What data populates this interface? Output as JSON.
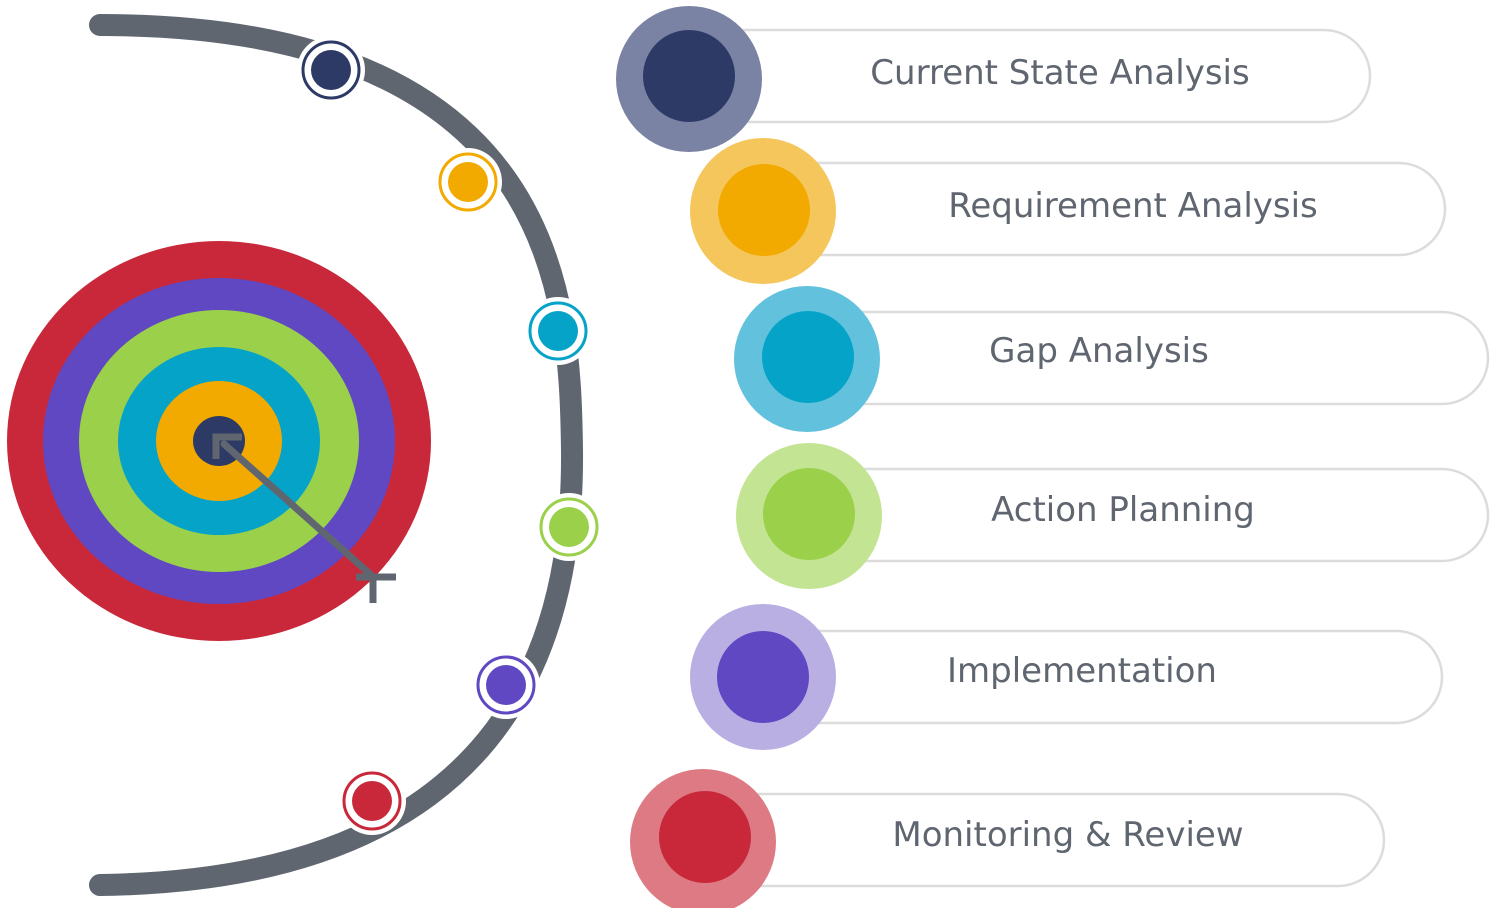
{
  "colors": {
    "arc": "#5f6670",
    "pill_border": "#dcdcdc",
    "text": "#5f6670",
    "target_rings": [
      "#c8283a",
      "#5f48c2",
      "#9bd04b",
      "#06a3c9",
      "#f2aa00",
      "#2d3a66"
    ]
  },
  "target": {
    "rings": [
      {
        "color": "#c8283a"
      },
      {
        "color": "#5f48c2"
      },
      {
        "color": "#9bd04b"
      },
      {
        "color": "#06a3c9"
      },
      {
        "color": "#f2aa00"
      },
      {
        "color": "#2d3a66"
      }
    ],
    "arrow_icon": "arrow-in-bullseye"
  },
  "steps": [
    {
      "label": "Current State Analysis",
      "color": "#2d3a66",
      "halo": "#7a83a3"
    },
    {
      "label": "Requirement Analysis",
      "color": "#f2aa00",
      "halo": "#f5c65c"
    },
    {
      "label": "Gap Analysis",
      "color": "#06a3c9",
      "halo": "#62c2dd"
    },
    {
      "label": "Action Planning",
      "color": "#9bd04b",
      "halo": "#c3e492"
    },
    {
      "label": "Implementation",
      "color": "#5f48c2",
      "halo": "#b9afe3"
    },
    {
      "label": "Monitoring & Review",
      "color": "#c8283a",
      "halo": "#dd7a83"
    }
  ]
}
